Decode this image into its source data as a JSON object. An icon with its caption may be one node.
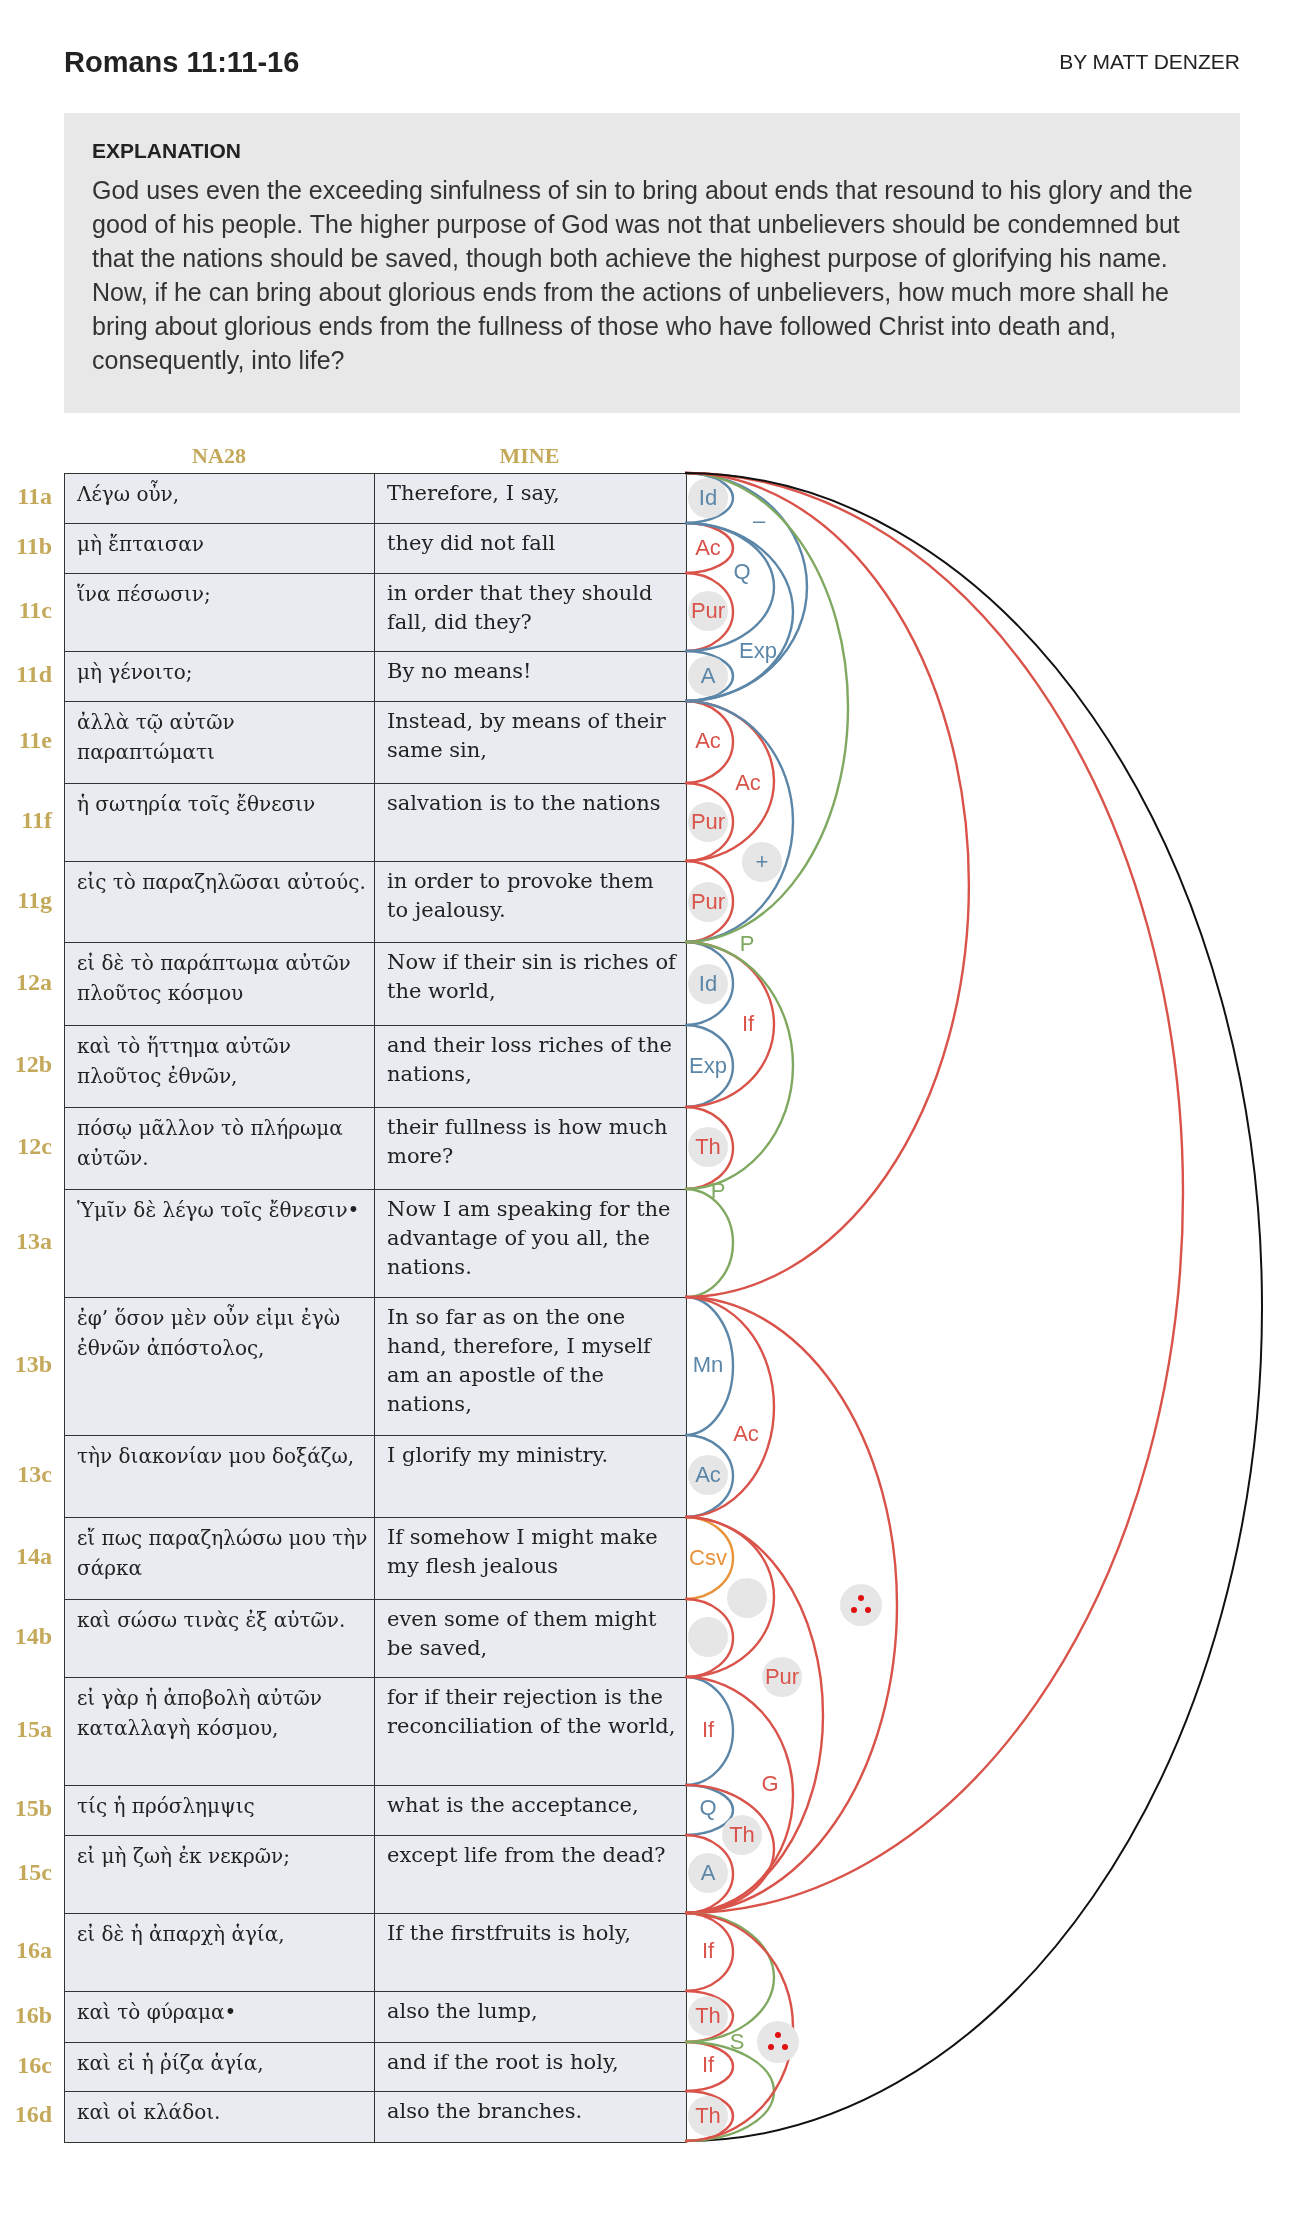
{
  "diagram": {
    "title": "Romans 11:11-16",
    "nodes": [
      {
        "text": [
          "EXPLANATION",
          "God uses even the exceeding sinfulness of sin to bring about ends that resound to his glory and the good of his people. The higher purpose of God was not that unbelievers should be condemned but that the nations should be saved, though both achieve the highest purpose of glorifying his name. Now, if he can bring about glorious ends from the actions of unbelievers, how much more shall he bring about glorious ends from the fullness of those who have followed Christ into death and, consequently, into life?"
        ]
      }
    ],
    "labels": [
      "BY MATT DENZER",
      "NA28",
      "MINE",
      "11a",
      "Λέγω οὖν,",
      "Therefore, I say,",
      "11b",
      "μὴ ἔπταισαν",
      "they did not fall",
      "11c",
      "ἵνα πέσωσιν;",
      "in order that they should fall, did they?",
      "11d",
      "μὴ γένοιτο;",
      "By no means!",
      "11e",
      "ἀλλὰ τῷ αὐτῶν παραπτώματι",
      "Instead, by means of their same sin,",
      "11f",
      "ἡ σωτηρία τοῖς ἔθνεσιν",
      "salvation is to the nations",
      "11g",
      "εἰς τὸ παραζηλῶσαι αὐτούς.",
      "in order to provoke them to jealousy.",
      "12a",
      "εἰ δὲ τὸ παράπτωμα αὐτῶν πλοῦτος κόσμου",
      "Now if their sin is riches of the world,",
      "12b",
      "καὶ τὸ ἥττημα αὐτῶν πλοῦτος ἐθνῶν,",
      "and their loss riches of the nations,",
      "12c",
      "πόσῳ μᾶλλον τὸ πλήρωμα αὐτῶν.",
      "their fullness is how much more?",
      "13a",
      "Ὑμῖν δὲ λέγω τοῖς ἔθνεσιν•",
      "Now I am speaking for the advantage of you all, the nations.",
      "13b",
      "ἐφ’ ὅσον μὲν οὖν εἰμι ἐγὼ ἐθνῶν ἀπόστολος,",
      "In so far as on the one hand, therefore, I myself am an apostle of the nations,",
      "13c",
      "τὴν διακονίαν μου δοξάζω,",
      "I glorify my ministry.",
      "14a",
      "εἴ πως παραζηλώσω μου τὴν σάρκα",
      "If somehow I might make my flesh jealous",
      "14b",
      "καὶ σώσω τινὰς ἐξ αὐτῶν.",
      "even some of them might be saved,",
      "15a",
      "εἰ γὰρ ἡ ἀποβολὴ αὐτῶν καταλλαγὴ κόσμου,",
      "for if their rejection is the reconciliation of the world,",
      "15b",
      "τίς ἡ πρόσλημψις",
      "what is the acceptance,",
      "15c",
      "εἰ μὴ ζωὴ ἐκ νεκρῶν;",
      "except life from the dead?",
      "16a",
      "εἰ δὲ ἡ ἀπαρχὴ ἁγία,",
      "If the firstfruits is holy,",
      "16b",
      "καὶ τὸ φύραμα•",
      "also the lump,",
      "16c",
      "καὶ εἰ ἡ ῥίζα ἁγία,",
      "and if the root is holy,",
      "16d",
      "καὶ οἱ κλάδοι.",
      "also the branches.",
      "Id",
      "–",
      "Ac",
      "Q",
      "Pur",
      "Exp",
      "A",
      "Ac",
      "Ac",
      "Pur",
      "+",
      "Pur",
      "P",
      "Id",
      "If",
      "Exp",
      "Th",
      "P",
      "Mn",
      "Ac",
      "Ac",
      "Csv",
      "Pur",
      "If",
      "G",
      "Q",
      "Th",
      "A",
      "If",
      "Th",
      "S",
      "If",
      "Th"
    ]
  }
}
